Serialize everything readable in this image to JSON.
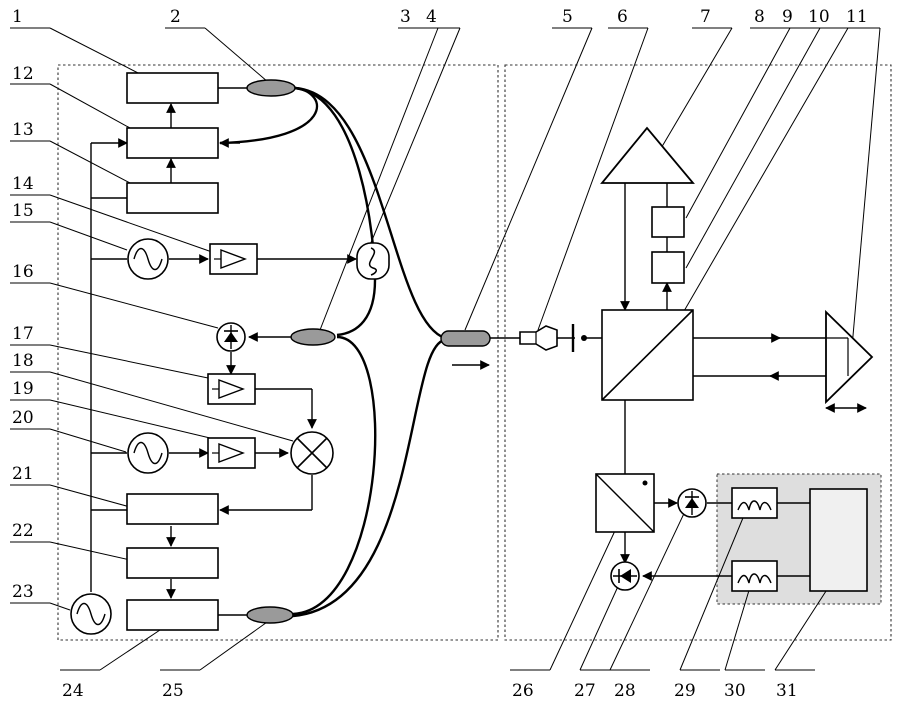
{
  "diagram": {
    "callout_labels": [
      "1",
      "2",
      "3",
      "4",
      "5",
      "6",
      "7",
      "8",
      "9",
      "10",
      "11",
      "12",
      "13",
      "14",
      "15",
      "16",
      "17",
      "18",
      "19",
      "20",
      "21",
      "22",
      "23",
      "24",
      "25",
      "26",
      "27",
      "28",
      "29",
      "30",
      "31"
    ]
  }
}
